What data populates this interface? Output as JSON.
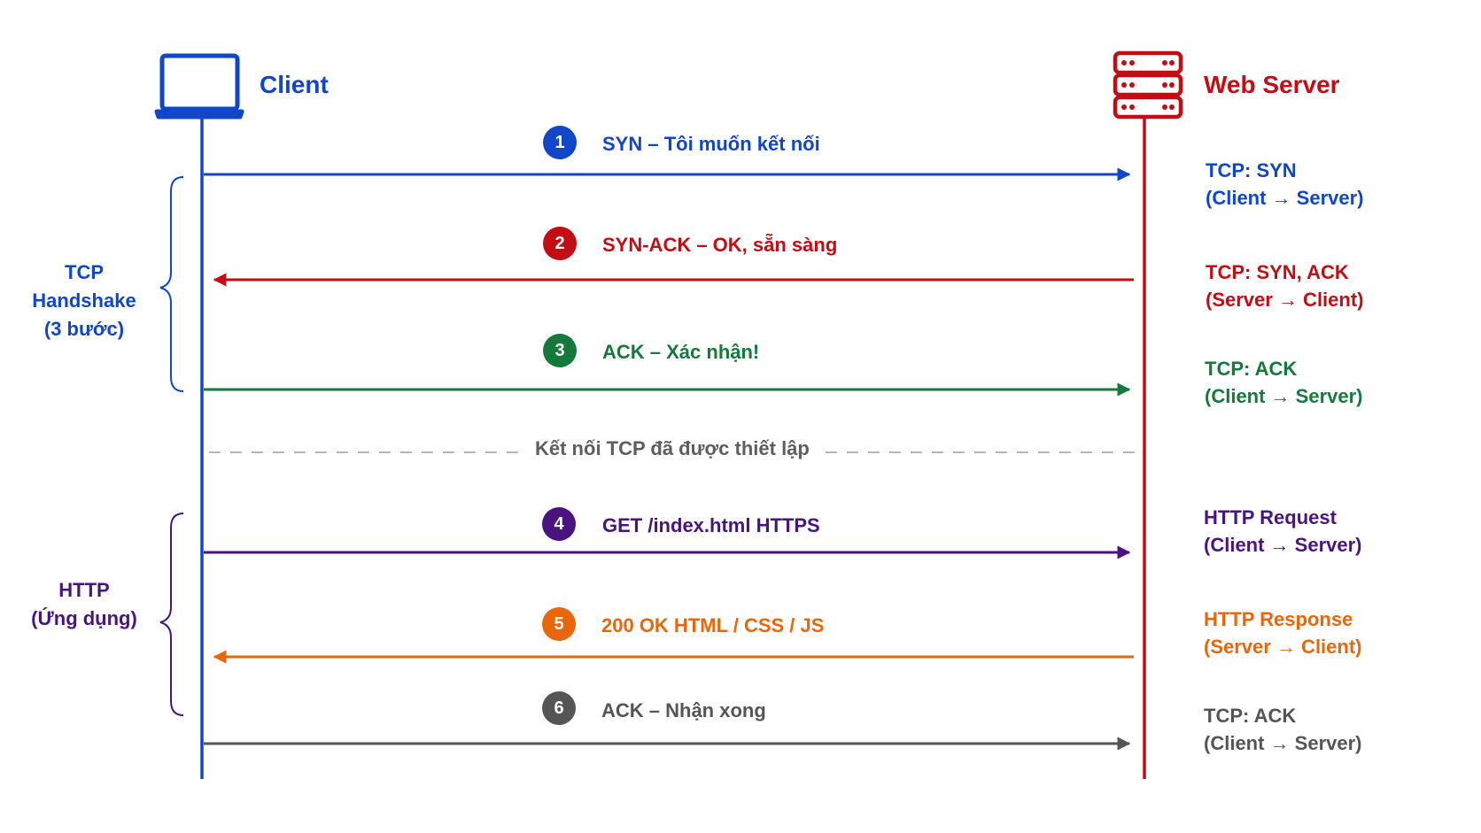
{
  "colors": {
    "client": "#1146c9",
    "server": "#c30d14",
    "syn": "#1146c9",
    "synack": "#c30d14",
    "ack": "#14793a",
    "request": "#4a1480",
    "response": "#e8670c",
    "final_ack": "#555555",
    "separator": "#b5b5b5",
    "separator_text": "#5e5e5e"
  },
  "actors": {
    "client": {
      "label": "Client",
      "icon": "laptop-icon"
    },
    "server": {
      "label": "Web Server",
      "icon": "server-rack-icon"
    }
  },
  "groups": [
    {
      "lines": [
        "TCP",
        "Handshake",
        "(3 bước)"
      ]
    },
    {
      "lines": [
        "HTTP",
        "(Ứng dụng)"
      ]
    }
  ],
  "separator": {
    "label": "Kết nối TCP đã được thiết lập"
  },
  "steps": [
    {
      "num": "1",
      "label": "SYN – Tôi muốn kết nối",
      "direction": "client-to-server",
      "side": [
        "TCP: SYN",
        "(Client → Server)"
      ],
      "color": "#1146c9"
    },
    {
      "num": "2",
      "label": "SYN-ACK – OK, sẵn sàng",
      "direction": "server-to-client",
      "side": [
        "TCP: SYN, ACK",
        "(Server → Client)"
      ],
      "color": "#c30d14"
    },
    {
      "num": "3",
      "label": "ACK – Xác nhận!",
      "direction": "client-to-server",
      "side": [
        "TCP: ACK",
        "(Client → Server)"
      ],
      "color": "#14793a"
    },
    {
      "num": "4",
      "label": "GET /index.html  HTTPS",
      "direction": "client-to-server",
      "side": [
        "HTTP Request",
        "(Client → Server)"
      ],
      "color": "#4a1480"
    },
    {
      "num": "5",
      "label": "200 OK  HTML / CSS / JS",
      "direction": "server-to-client",
      "side": [
        "HTTP Response",
        "(Server → Client)"
      ],
      "color": "#e8670c"
    },
    {
      "num": "6",
      "label": "ACK – Nhận xong",
      "direction": "client-to-server",
      "side": [
        "TCP: ACK",
        "(Client → Server)"
      ],
      "color": "#555555"
    }
  ]
}
